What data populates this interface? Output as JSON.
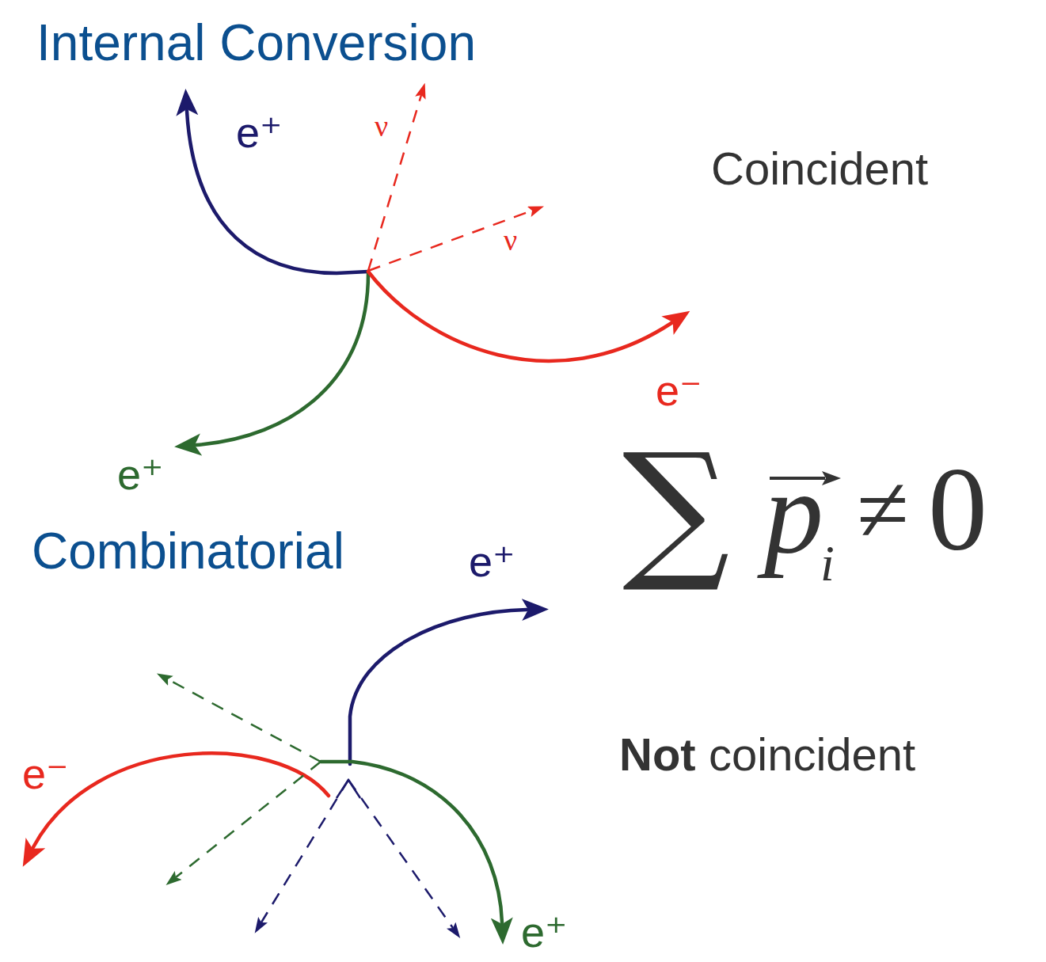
{
  "diagram": {
    "labels": [
      "Internal Conversion",
      "e⁺",
      "ν",
      "ν",
      "Coincident",
      "e⁻",
      "e⁺",
      "∑",
      "p",
      "i",
      "≠",
      "0",
      "Combinatorial",
      "e⁺",
      "Not",
      "coincident",
      "e⁻",
      "e⁺"
    ]
  }
}
